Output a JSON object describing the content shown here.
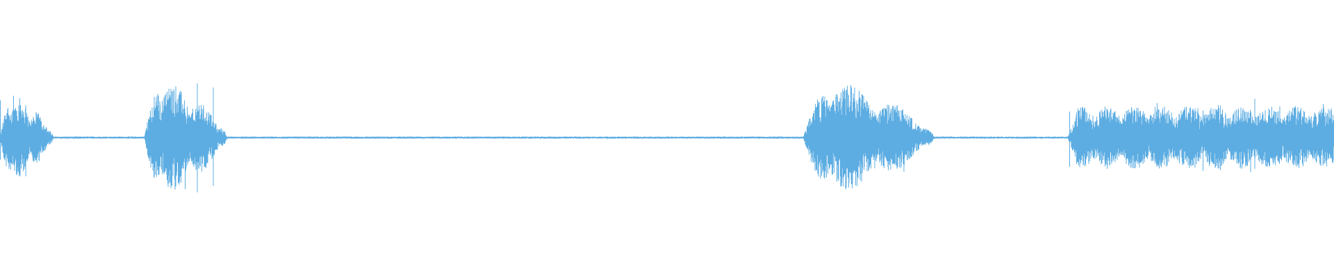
{
  "waveform": {
    "color": "#5dade2",
    "background": "#ffffff",
    "duration_fraction_segments": [
      {
        "start": 0.0,
        "end": 0.04,
        "peak": 0.72,
        "kind": "burst"
      },
      {
        "start": 0.04,
        "end": 0.108,
        "peak": 0.015,
        "kind": "quiet"
      },
      {
        "start": 0.108,
        "end": 0.17,
        "peak": 0.98,
        "kind": "burst"
      },
      {
        "start": 0.17,
        "end": 0.602,
        "peak": 0.015,
        "kind": "quiet"
      },
      {
        "start": 0.602,
        "end": 0.7,
        "peak": 0.96,
        "kind": "burst"
      },
      {
        "start": 0.7,
        "end": 0.8,
        "peak": 0.015,
        "kind": "quiet"
      },
      {
        "start": 0.8,
        "end": 1.0,
        "peak": 0.62,
        "kind": "noise"
      }
    ]
  }
}
